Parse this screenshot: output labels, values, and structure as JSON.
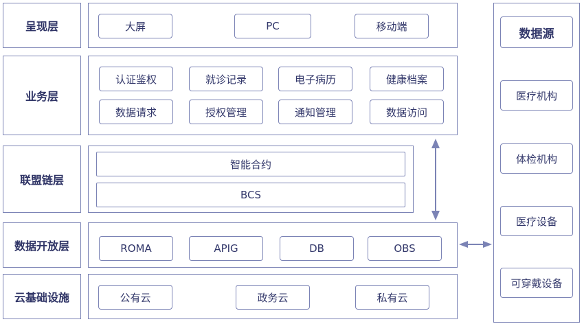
{
  "layers": {
    "presentation": {
      "label": "呈现层",
      "items": [
        "大屏",
        "PC",
        "移动端"
      ]
    },
    "business": {
      "label": "业务层",
      "items": [
        "认证鉴权",
        "就诊记录",
        "电子病历",
        "健康档案",
        "数据请求",
        "授权管理",
        "通知管理",
        "数据访问"
      ]
    },
    "alliance": {
      "label": "联盟链层",
      "items": [
        "智能合约",
        "BCS"
      ]
    },
    "data_open": {
      "label": "数据开放层",
      "items": [
        "ROMA",
        "APIG",
        "DB",
        "OBS"
      ]
    },
    "cloud": {
      "label": "云基础设施",
      "items": [
        "公有云",
        "政务云",
        "私有云"
      ]
    }
  },
  "data_source": {
    "title": "数据源",
    "items": [
      "医疗机构",
      "体检机构",
      "医疗设备",
      "可穿戴设备"
    ]
  },
  "colors": {
    "border": "#7b83b5",
    "text": "#33386b"
  }
}
